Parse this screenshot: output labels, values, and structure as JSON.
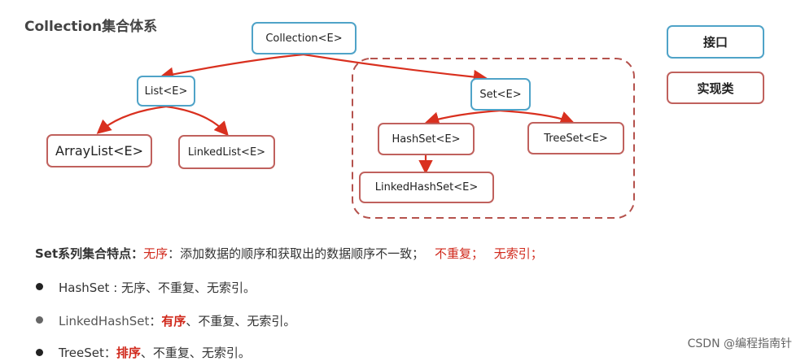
{
  "title": "Collection集合体系",
  "nodes": {
    "collection": "Collection<E>",
    "list": "List<E>",
    "set": "Set<E>",
    "arraylist": "ArrayList<E>",
    "linkedlist": "LinkedList<E>",
    "hashset": "HashSet<E>",
    "treeset": "TreeSet<E>",
    "linkedhashset": "LinkedHashSet<E>"
  },
  "legend": {
    "interface": "接口",
    "implementation": "实现类"
  },
  "colors": {
    "interface_border": "#4fa3c8",
    "implementation_border": "#c0615d",
    "arrow": "#d9301f",
    "highlight_text": "#d0281b"
  },
  "features": {
    "heading": "Set系列集合特点：",
    "unordered": "无序",
    "unordered_desc": "：添加数据的顺序和获取出的数据顺序不一致；",
    "no_duplicate": "不重复；",
    "no_index": "无索引；"
  },
  "bullets": [
    {
      "name": "HashSet",
      "sep": " : ",
      "highlight": "",
      "rest": "无序、不重复、无索引。"
    },
    {
      "name": "LinkedHashSet",
      "sep": "：",
      "highlight": "有序",
      "rest": "、不重复、无索引。"
    },
    {
      "name": "TreeSet",
      "sep": "：",
      "highlight": "排序",
      "rest": "、不重复、无索引。"
    }
  ],
  "watermark": "CSDN @编程指南针"
}
